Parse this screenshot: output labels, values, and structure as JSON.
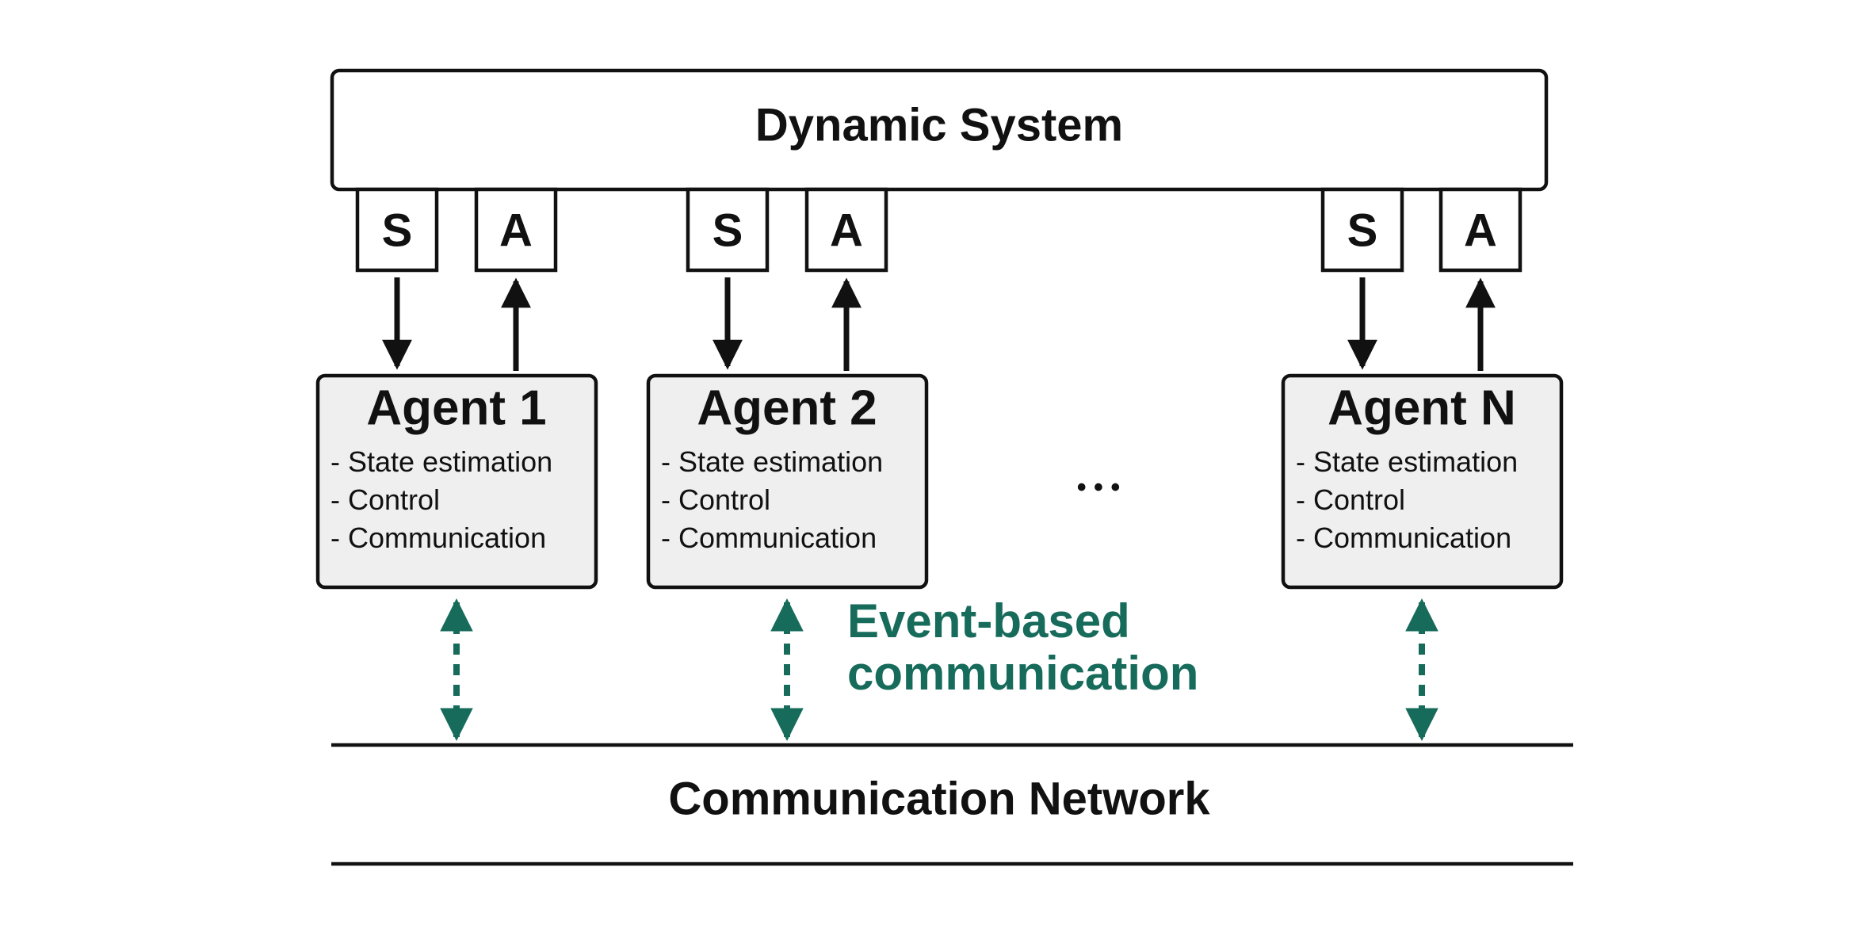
{
  "diagram": {
    "system": {
      "title": "Dynamic System"
    },
    "ports": {
      "sensor_label": "S",
      "actuator_label": "A"
    },
    "agents": [
      {
        "title": "Agent 1",
        "tasks": [
          "- State estimation",
          "- Control",
          "- Communication"
        ]
      },
      {
        "title": "Agent 2",
        "tasks": [
          "- State estimation",
          "- Control",
          "- Communication"
        ]
      },
      {
        "title": "Agent N",
        "tasks": [
          "- State estimation",
          "- Control",
          "- Communication"
        ]
      }
    ],
    "ellipsis": "• • •",
    "event_label": {
      "line1": "Event-based",
      "line2": "communication"
    },
    "network": {
      "title": "Communication Network"
    },
    "colors": {
      "stroke": "#111111",
      "agent_fill": "#efefef",
      "event_green": "#176b5b",
      "background": "#ffffff"
    }
  }
}
